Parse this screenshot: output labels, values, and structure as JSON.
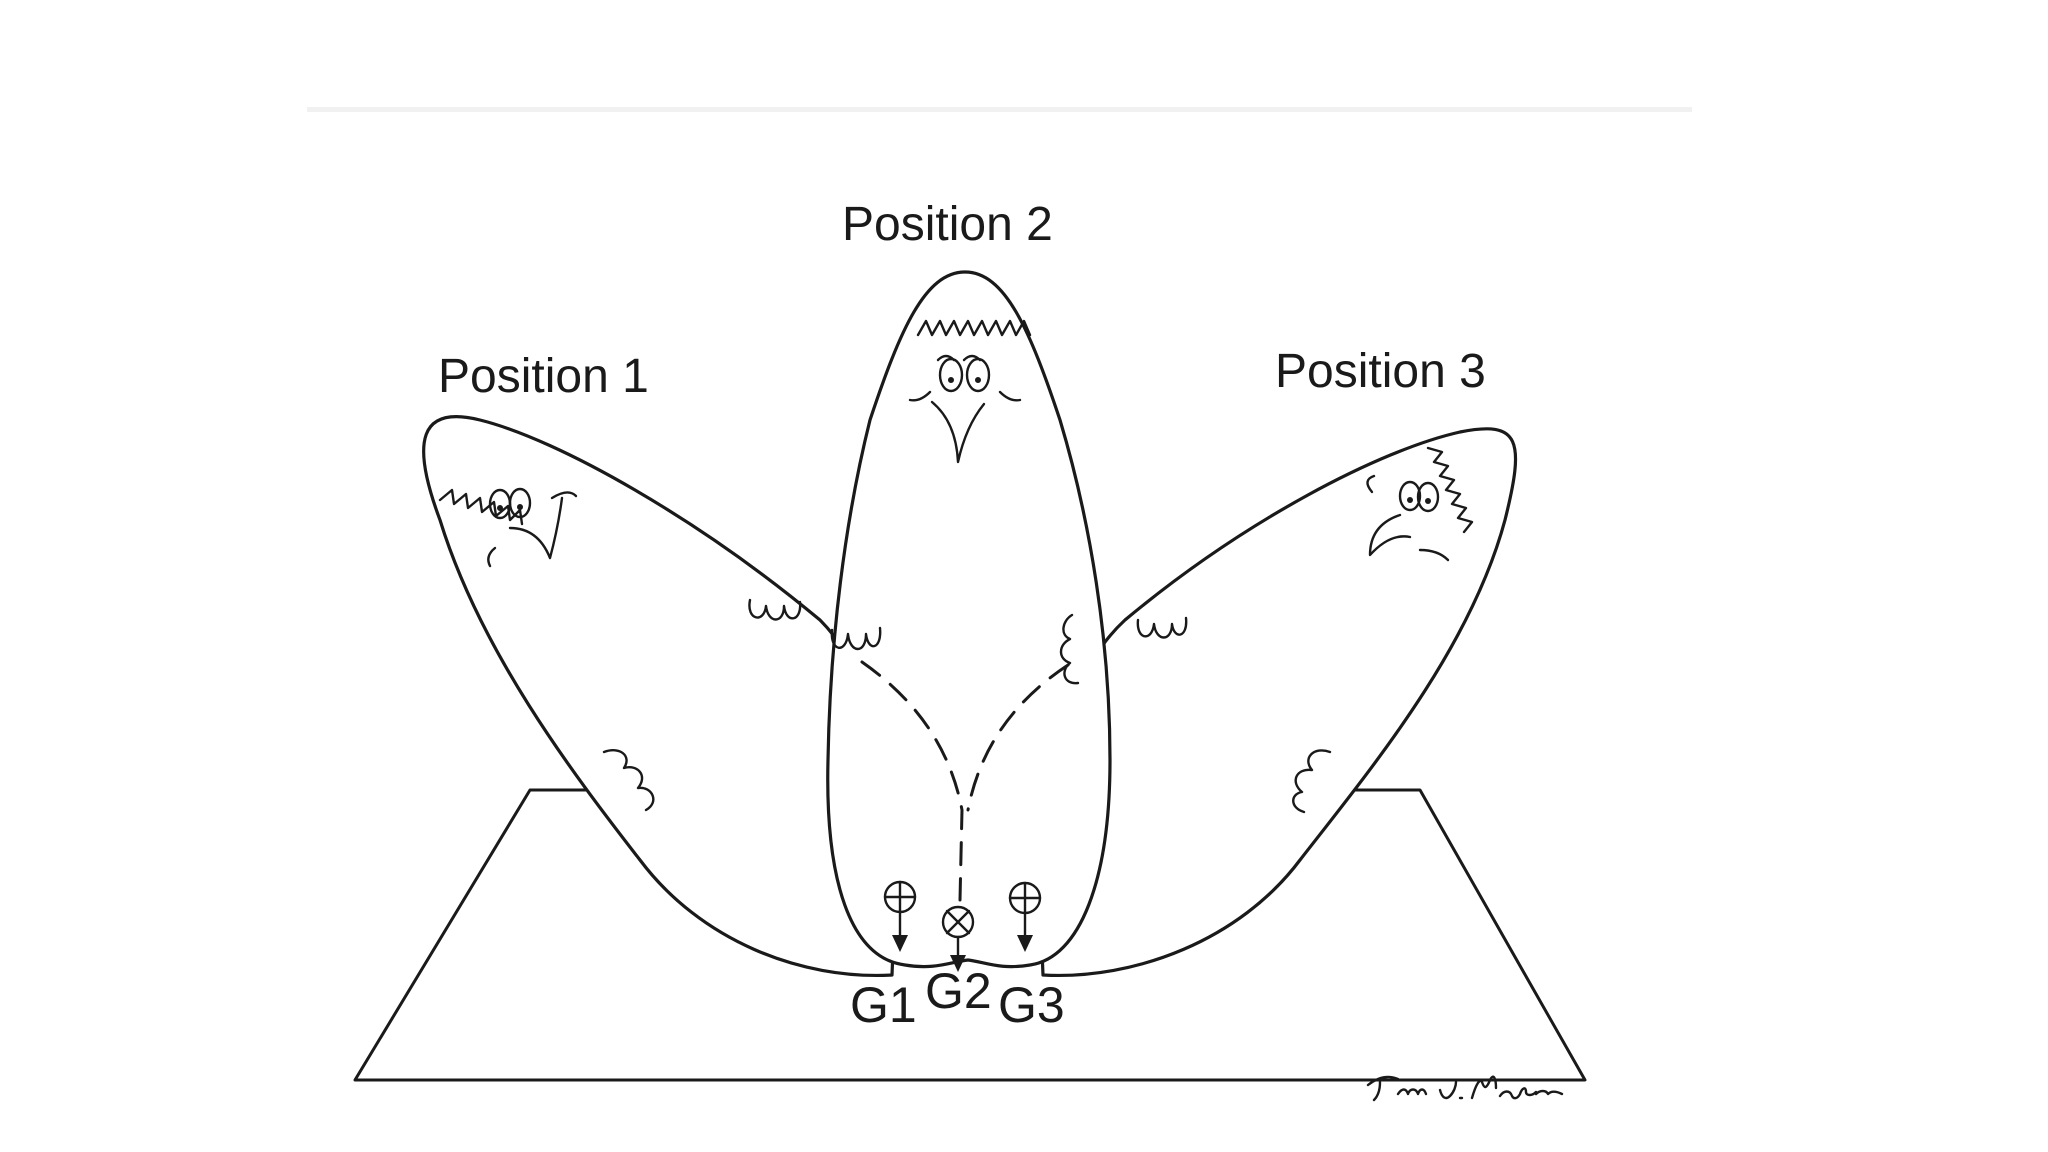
{
  "labels": {
    "position_1": "Position 1",
    "position_2": "Position 2",
    "position_3": "Position 3",
    "g1": "G1",
    "g2": "G2",
    "g3": "G3"
  },
  "signature": "Tim U. Malone"
}
